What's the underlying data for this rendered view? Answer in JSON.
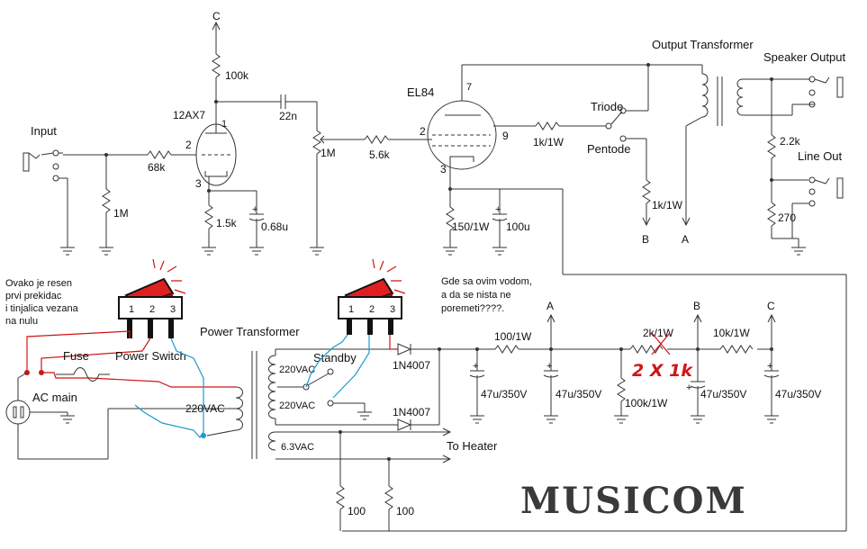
{
  "labels": {
    "c_top": "C",
    "r_100k": "100k",
    "tube1": "12AX7",
    "cap_22n": "22n",
    "input": "Input",
    "r_68k": "68k",
    "r_1m_in": "1M",
    "pot_1m": "1M",
    "r_56k": "5.6k",
    "r_15k": "1.5k",
    "cap_068u": "0.68u",
    "pin1": "1",
    "pin2a": "2",
    "pin3a": "3",
    "tube2": "EL84",
    "pin7": "7",
    "pin2b": "2",
    "pin9": "9",
    "pin3b": "3",
    "r_150_1w": "150/1W",
    "cap_100u": "100u",
    "r_1k_1w_grid": "1k/1W",
    "triode": "Triode",
    "pentode": "Pentode",
    "r_1k_1w": "1k/1W",
    "b_label1": "B",
    "a_label1": "A",
    "output_transformer": "Output Transformer",
    "speaker_output": "Speaker Output",
    "r_22k": "2.2k",
    "line_out": "Line Out",
    "r_270": "270",
    "note_left": [
      "Ovako je resen",
      "prvi prekidac",
      "i tinjalica vezana",
      " na nulu"
    ],
    "note_right": [
      "Gde sa ovim vodom,",
      "a da se nista ne",
      "poremeti????."
    ],
    "switch1_pins": [
      "1",
      "2",
      "3"
    ],
    "switch2_pins": [
      "1",
      "2",
      "3"
    ],
    "fuse": "Fuse",
    "power_switch": "Power Switch",
    "ac_main": "AC main",
    "power_transformer": "Power Transformer",
    "vac_220_primary": "220VAC",
    "vac_220_a": "220VAC",
    "vac_220_b": "220VAC",
    "standby": "Standby",
    "diode1": "1N4007",
    "diode2": "1N4007",
    "vac_63": "6.3VAC",
    "to_heater": "To Heater",
    "r_100_a": "100",
    "r_100_b": "100",
    "r_100_1w": "100/1W",
    "a_label2": "A",
    "cap1": "47u/350V",
    "cap2": "47u/350V",
    "r_2k_1w": "2k/1W",
    "handwritten_fix": "2 X 1k",
    "b_label2": "B",
    "r_100k_1w": "100k/1W",
    "cap3": "47u/350V",
    "r_10k_1w": "10k/1W",
    "c_label2": "C",
    "cap4": "47u/350V",
    "watermark": "MUSICOM"
  },
  "colors": {
    "wire": "#333333",
    "red_wire": "#d01515",
    "blue_wire": "#1a9bd0",
    "switch_body": "#e02020",
    "watermark": "#3a3a3a"
  }
}
